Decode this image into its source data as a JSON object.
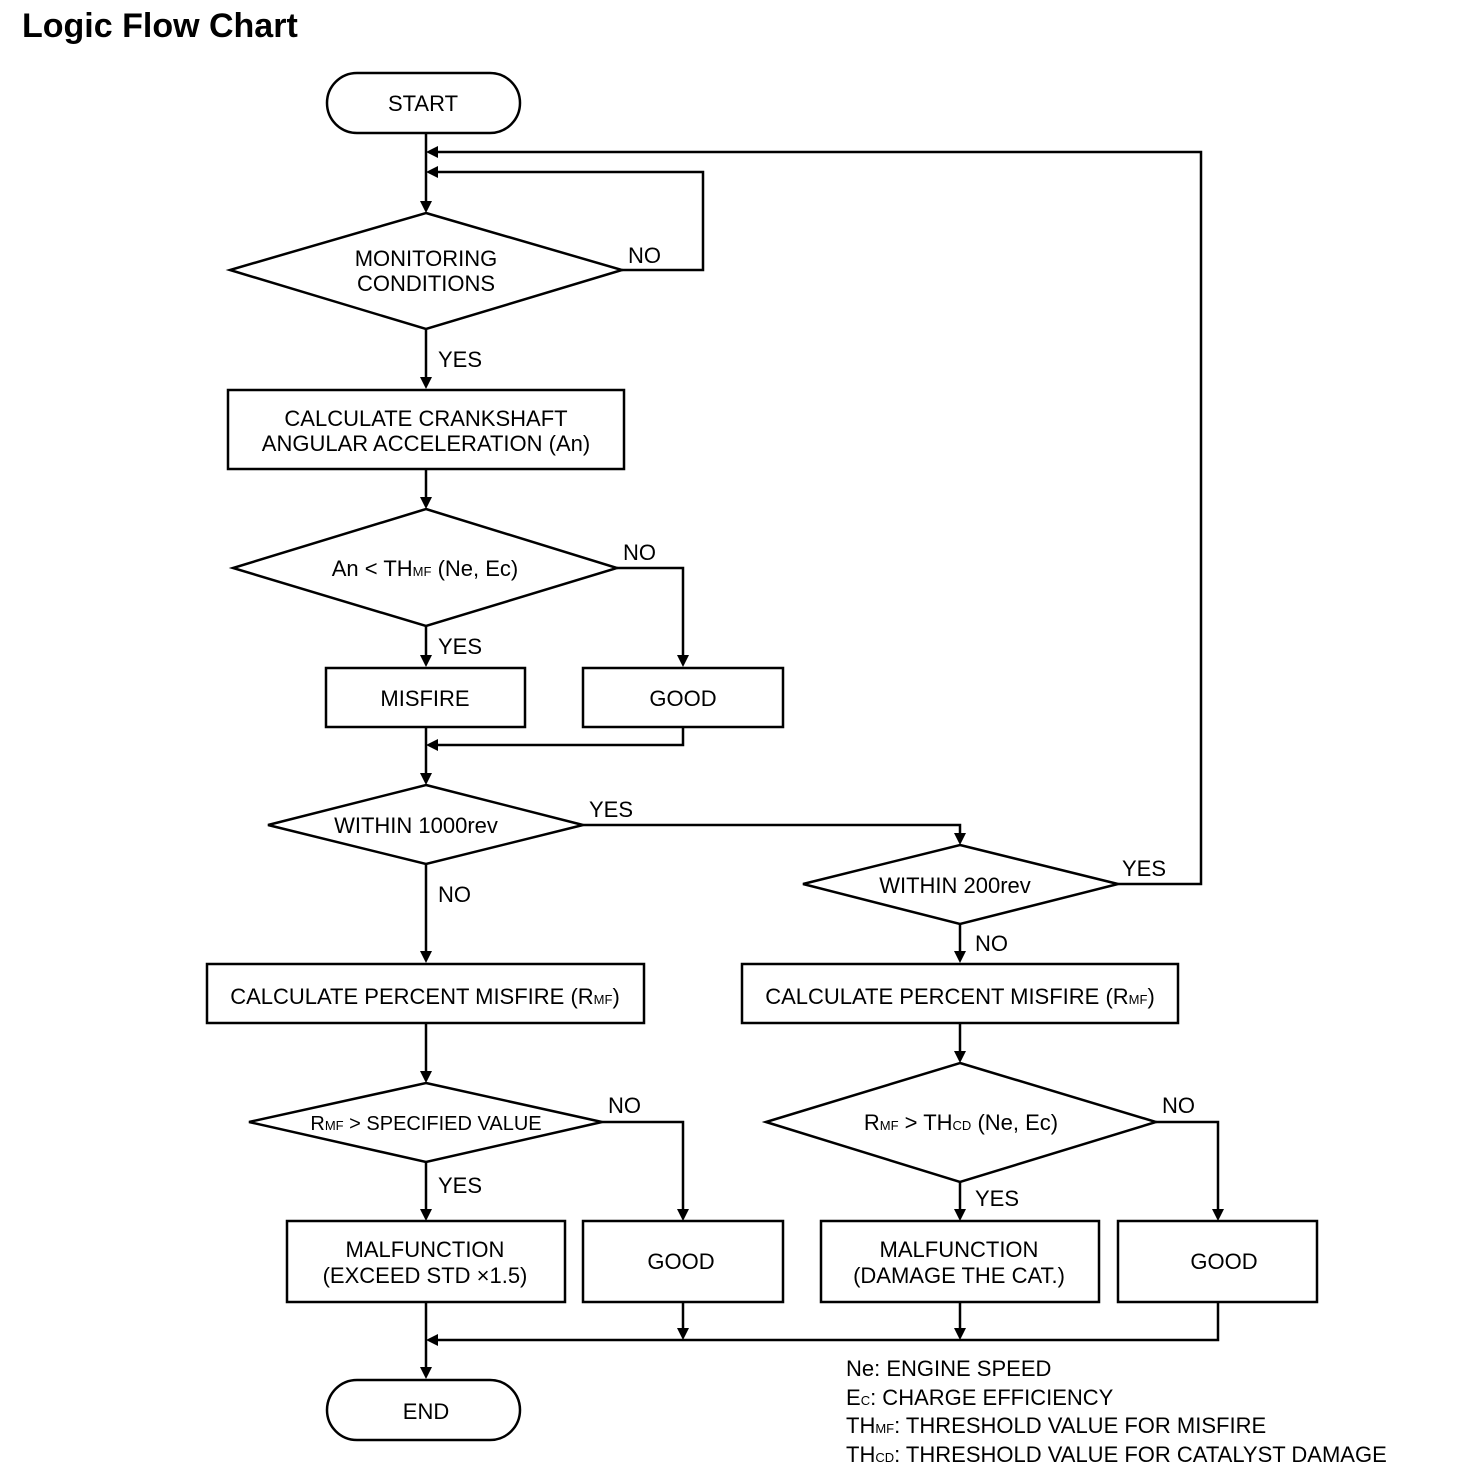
{
  "title": "Logic Flow Chart",
  "nodes": {
    "start": "START",
    "monitoring": [
      "MONITORING",
      "CONDITIONS"
    ],
    "calc_accel": [
      "CALCULATE CRANKSHAFT",
      "ANGULAR ACCELERATION (An)"
    ],
    "an_check": {
      "pre": "An < TH",
      "sub": "MF",
      "post": " (Ne,  Ec)"
    },
    "misfire": "MISFIRE",
    "good": "GOOD",
    "within_1000": "WITHIN 1000rev",
    "within_200": "WITHIN 200rev",
    "calc_percent": {
      "pre": "CALCULATE PERCENT MISFIRE (R",
      "sub": "MF",
      "post": ")"
    },
    "rmf_spec": {
      "pre": "R",
      "sub": "MF",
      "post": " > SPECIFIED VALUE"
    },
    "rmf_thcd": {
      "pre": "R",
      "sub1": "MF",
      "mid": " > TH",
      "sub2": "CD",
      "post": " (Ne, Ec)"
    },
    "malfunction_std": [
      "MALFUNCTION",
      "(EXCEED STD  ×1.5)"
    ],
    "malfunction_cat": [
      "MALFUNCTION",
      "(DAMAGE THE CAT.)"
    ],
    "end": "END"
  },
  "labels": {
    "yes": "YES",
    "no": "NO"
  },
  "legend": [
    {
      "sym": "Ne",
      "sub": "",
      "text": ": ENGINE SPEED"
    },
    {
      "sym": "E",
      "sub": "C",
      "text": ": CHARGE EFFICIENCY"
    },
    {
      "sym": "TH",
      "sub": "MF",
      "text": ": THRESHOLD VALUE FOR MISFIRE"
    },
    {
      "sym": "TH",
      "sub": "CD",
      "text": ": THRESHOLD VALUE FOR CATALYST DAMAGE"
    }
  ]
}
